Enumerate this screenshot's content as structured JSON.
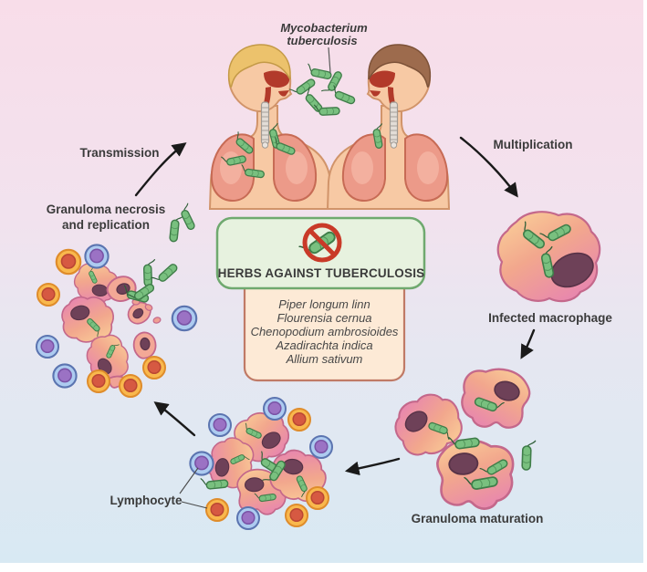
{
  "figure": {
    "pathogen_label": {
      "line1": "Mycobacterium",
      "line2": "tuberculosis"
    },
    "stage_labels": {
      "transmission": "Transmission",
      "multiplication": "Multiplication",
      "infected_macrophage": "Infected macrophage",
      "granuloma_maturation": "Granuloma maturation",
      "lymphocyte": "Lymphocyte",
      "granuloma_necrosis_line1": "Granuloma necrosis",
      "granuloma_necrosis_line2": "and replication"
    },
    "herb_box": {
      "title": "HERBS AGAINST TUBERCULOSIS",
      "herbs": [
        "Piper longum linn",
        "Flourensia cernua",
        "Chenopodium ambrosioides",
        "Azadirachta indica",
        "Allium sativum"
      ]
    },
    "colors": {
      "bg_top": "#f8dde9",
      "bg_bottom": "#d8e9f3",
      "herb_box_green_fill": "#e7f2df",
      "herb_box_green_border": "#6fa96f",
      "herb_list_fill": "#fdead6",
      "herb_list_border": "#c07a66",
      "prohibition_red": "#c93a28",
      "bacteria_green": "#79c07f",
      "bacteria_outline": "#3f7d49",
      "macrophage_orange": "#fbd49a",
      "macrophage_pink": "#e887ae",
      "macrophage_outline": "#c4688b",
      "macrophage_nucleus": "#6e4158",
      "lymphocyte_blue": "#adcbf0",
      "lymphocyte_blue_nucleus": "#9b72c4",
      "lymphocyte_orange": "#f9b84d",
      "lymphocyte_orange_nucleus": "#d65942",
      "skin": "#f7c9a4",
      "hair_left": "#ecc26c",
      "hair_right": "#9d6b4d",
      "lung_pink": "#ec9a89",
      "airway_red": "#b23a2a",
      "label_text": "#3b3b3b",
      "arrow_black": "#1a1a1a"
    }
  }
}
